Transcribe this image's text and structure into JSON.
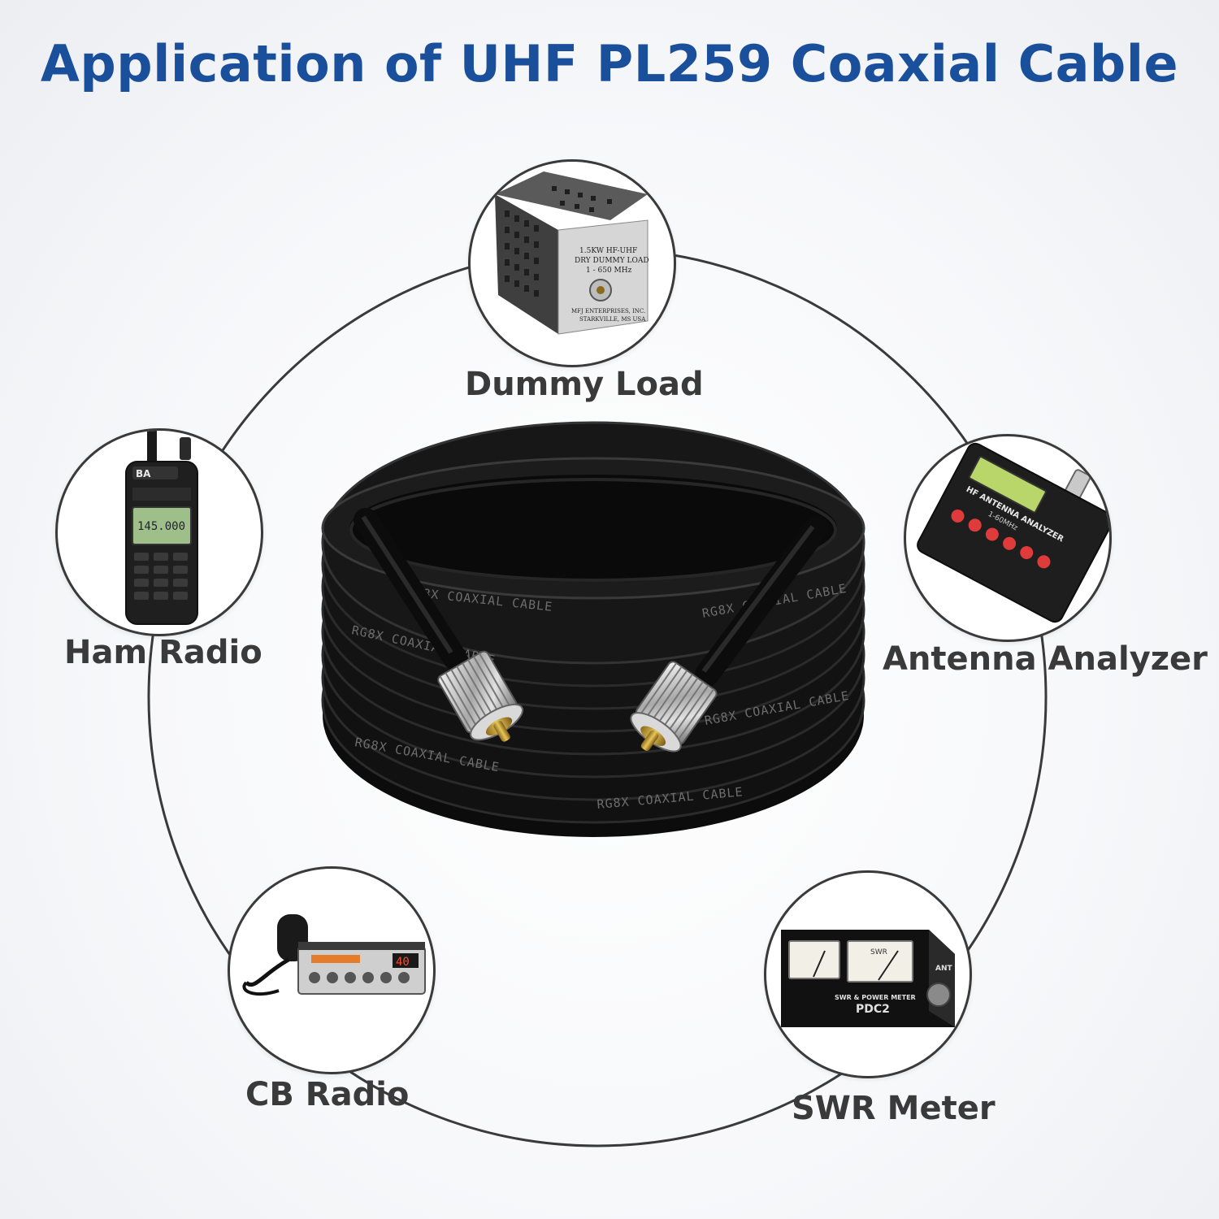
{
  "header": {
    "title": "Application of UHF PL259 Coaxial Cable"
  },
  "applications": [
    {
      "label": "Dummy Load"
    },
    {
      "label": "Ham Radio"
    },
    {
      "label": "Antenna Analyzer"
    },
    {
      "label": "CB Radio"
    },
    {
      "label": "SWR Meter"
    }
  ],
  "devices": {
    "dummy_load_lines": [
      "1.5KW HF-UHF",
      "DRY DUMMY LOAD",
      "1 - 650 MHz",
      "MFJ ENTERPRISES, INC.",
      "STARKVILLE, MS USA"
    ],
    "ham_radio_brand": "BA",
    "ham_radio_display": "145.000",
    "analyzer_title": "HF ANTENNA ANALYZER",
    "analyzer_subtitle": "1-60MHz",
    "cb_display": "40",
    "swr_labels": [
      "SWR",
      "SWR & POWER METER",
      "PDC2",
      "ANT"
    ]
  },
  "cable": {
    "print_text": "RG8X COAXIAL CABLE"
  },
  "colors": {
    "title": "#1a4f9c",
    "label": "#3a3a3a",
    "ring": "#3a3a3a",
    "cable": "#151515"
  }
}
